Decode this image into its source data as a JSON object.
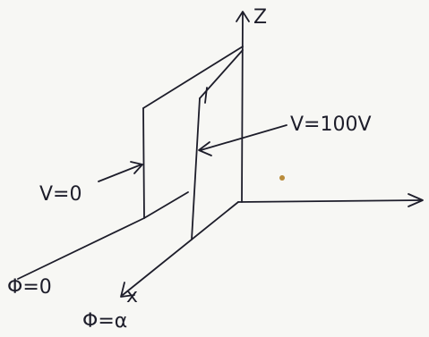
{
  "labels": {
    "z_axis": "Z",
    "x_axis": "x",
    "v_zero": "V=0",
    "v_100": "V=100V",
    "phi_zero": "Φ=0",
    "phi_alpha": "Φ=α"
  },
  "colors": {
    "ink": "#1d1d2a",
    "paper": "#f7f7f4",
    "speck": "#b98b3a"
  }
}
